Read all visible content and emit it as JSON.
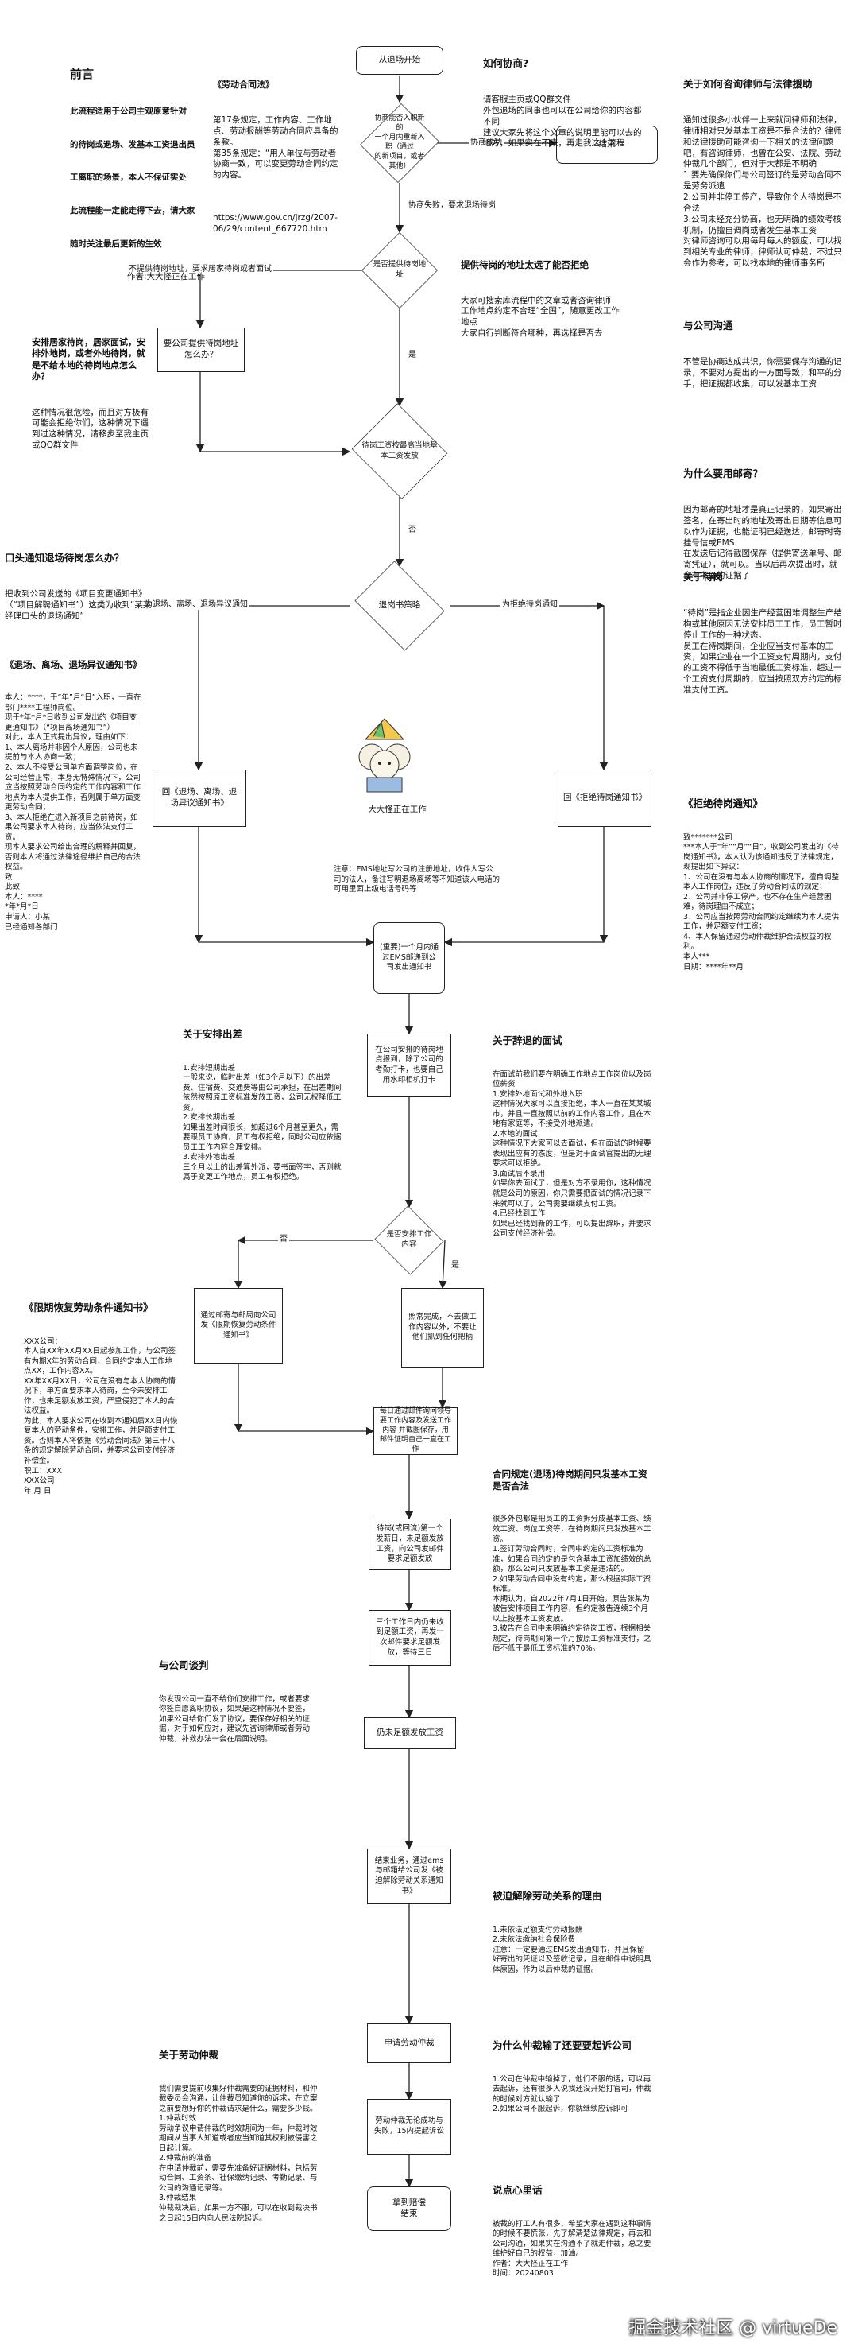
{
  "preface": {
    "title": "前言",
    "lines": [
      "此流程适用于公司主观原意针对",
      "的待岗或退场、发基本工资退出员",
      "工离职的场景，本人不保证实处",
      "此流程能一定能走得下去，请大家",
      "随时关注最后更新的生效"
    ],
    "author": "作者:大大怪正在工作"
  },
  "labor_law": {
    "title": "《劳动合同法》",
    "text": "第17条规定，工作内容、工作地点、劳动报酬等劳动合同应具备的条款。\n第35条规定：“用人单位与劳动者协商一致，可以变更劳动合同约定的内容。",
    "url": "https://www.gov.cn/jrzg/2007-06/29/content_667720.htm"
  },
  "how_to_negotiate": {
    "title": "如何协商?",
    "text": "请客服主页或QQ群文件\n外包退场的同事也可以在公司给你的内容都不同\n建议大家先将这个文章的说明里能可以去的地方，如果实在不来，再走我这个流程"
  },
  "lawyer": {
    "title": "关于如何咨询律师与法律援助",
    "text": "通知过很多小伙伴一上来就问律师和法律，律师相对只发基本工资是不是合法的？律师和法律援助可能咨询一下相关的法律问题吧，有咨询律师，也曾在公安、法院、劳动仲裁几个部门，但对于大都是不明确\n1.要先确保你们与公司签订的是劳动合同不是劳务派遣\n2.公司并非停工停产，导致你个人待岗是不合法\n3.公司未经充分协商，也无明确的绩效考核机制，仍擅自调岗或者发生基本工资\n对律师咨询可以用每月每人的额度，可以找到相关专业的律师，律师认可仲裁，不过只会作为参考，可以找本地的律师事务所"
  },
  "negotiation_result": {
    "title": "与公司沟通",
    "text": "不管是协商达成共识，你需要保存沟通的记录，不要对方提出的一方面导致，和平的分手，把证据都收集，可以发基本工资"
  },
  "stop_or_not": {
    "title": "提供待岗的地址太远了能否拒绝",
    "text": "大家可搜索库流程中的文章或者咨询律师\n工作地点约定不合理“全国”，随意更改工作地点\n大家自行判断符合哪种，再选择是否去"
  },
  "home_work": {
    "title": "安排居家待岗，居家面试，安排外地岗，或者外地待岗，就是不给本地的待岗地点怎么办？",
    "text": "这种情况很危险，而且对方极有可能会拒绝你们，这种情况下遇到过这种情况，请移步至我主页或QQ群文件"
  },
  "why_no_salary": {
    "title": "为什么要用邮寄？",
    "text": "因为邮寄的地址才是真正记录的，如果寄出签名，在寄出时的地址及寄出日期等信息可以作为证据，也能证明已经送达，邮寄时寄挂号信或EMS\n在发送后记得截图保存（提供寄送单号、邮寄凭证），就可以。当以后再次提出时，就会有书面的证据了"
  },
  "about_pay": {
    "title": "关于待岗",
    "text": "“待岗”是指企业因生产经营困难调整生产结构或其他原因无法安排员工工作，员工暂时停止工作的一种状态。\n员工在待岗期间，企业应当支付基本的工资，如果企业在一个工资支付周期内，支付的工资不得低于当地最低工资标准，超过一个工资支付周期的，应当按照双方约定的标准支付工资。"
  },
  "verbal_leave": {
    "title": "口头通知退场待岗怎么办？",
    "text": "把收到公司发送的《项目变更通知书》（“项目解聘通知书”）这类为收到“某某经理口头的退场通知”"
  },
  "leave_notice": {
    "title": "《退场、离场、退场异议通知书》",
    "text": "本人：****，于“年”月“日”入职，一直在部门****工程师岗位。\n现于*年*月*日收到公司发出的《项目变更通知书》（“项目离场通知书”）\n对此，本人正式提出异议，理由如下：\n1、本人离场并非因个人原因，公司也未提前与本人协商一致；\n2、本人不接受公司单方面调整岗位，在公司经营正常，本身无特殊情况下，公司应当按照劳动合同约定的工作内容和工作地点为本人提供工作，否则属于单方面变更劳动合同；\n3、本人拒绝在进入新项目之前待岗，如果公司要求本人待岗，应当依法支付工资。\n现本人要求公司给出合理的解释并回复，否则本人将通过法律途径维护自己的合法权益。\n致\n此致\n本人：****\n*年*月*日\n申请人：小某\n已经通知各部门"
  },
  "reject_notice": {
    "title": "《拒绝待岗通知》",
    "text": "致*******公司\n***本人于“年”“月”“日”，收到公司发出的《待岗通知书》，本人认为该通知违反了法律规定，现提出如下异议：\n1、公司在没有与本人协商的情况下，擅自调整本人工作岗位，违反了劳动合同法的规定；\n2、公司并非停工停产，也不存在生产经营困难，待岗理由不成立；\n3、公司应当按照劳动合同约定继续为本人提供工作，并足额支付工资；\n4、本人保留通过劳动仲裁维护合法权益的权利。\n本人***\n日期：****年**月"
  },
  "arrange_check": {
    "title": "关于安排出差",
    "text": "1.安排短期出差\n一般来说，临时出差（如3个月以下）的出差费、住宿费、交通费等由公司承担，在出差期间依然按照原工资标准发放工资，公司无权降低工资。\n2.安排长期出差\n如果出差时间很长，如超过6个月甚至更久，需要跟员工协商，员工有权拒绝，同时公司应依据员工工作内容合理安排。\n3.安排外地出差\n三个月以上的出差算外派，要书面签字，否则就属于变更工作地点，员工有权拒绝。"
  },
  "about_resign": {
    "title": "关于辞退的面试",
    "text": "在面试前我们要在明确工作地点工作岗位以及岗位薪资\n1.安排外地面试和外地入职\n这种情况大家可以直接拒绝，本人一直在某某城市，并且一直按照以前的工作内容工作，且在本地有家庭等，不接受外地派遣。\n2.本地的面试\n这种情况下大家可以去面试，但在面试的时候要表现出应有的态度，但是对于面试官提出的无理要求可以拒绝。\n3.面试后不录用\n如果你去面试了，但是对方不录用你，这种情况就是公司的原因，你只需要把面试的情况记录下来就可以了，公司需要继续支付工资。\n4.已经找到工作\n如果已经找到新的工作，可以提出辞职，并要求公司支付经济补偿。"
  },
  "salary_check": {
    "title": "合同规定(退场)待岗期间只发基本工资是否合法",
    "text": "很多外包都是把员工的工资拆分成基本工资、绩效工资、岗位工资等，在待岗期间只发放基本工资。\n1.签订劳动合同时，合同中约定的工资标准为准，如果合同约定的是包含基本工资加绩效的总额，那么公司只发放基本工资是违法的。\n2.如果劳动合同中没有约定，那么根据实际工资标准。\n本期认为，自2022年7月1日开始，原告张某为被告安排项目工作内容，但约定被告连续3个月以上按基本工资发放。\n3.被告在合同中未明确约定待岗工资，根据相关规定，待岗期间第一个月按原工资标准支付，之后不低于最低工资标准的70%。"
  },
  "company_evidence": {
    "title": "与公司谈判",
    "text": "你发现公司一直不给你们安排工作，或者要求你签自愿离职协议，如果是这种情况不要签，\n如果公司给你们发了协议，要保存好相关的证据，对于如何应对，建议先咨询律师或者劳动仲裁，补救办法一会在后面说明。"
  },
  "after_leave_notice": {
    "title": "被迫解除劳动关系的理由",
    "text": "1.未依法足额支付劳动报酬\n2.未依法缴纳社会保险费\n注意：一定要通过EMS发出通知书，并且保留好寄出的凭证以及签收记录，且在邮件中说明具体原因，作为以后仲裁的证据。"
  },
  "fire_deal": {
    "title": "为什么仲裁输了还要要起诉公司",
    "text": "1.公司在仲裁中输掉了，他们不服的话，可以再去起诉，还有很多人说我还没开始打官司，仲裁的时候对方就认输了\n2.如果公司不服起诉，你就继续应诉即可"
  },
  "about_arbitration": {
    "title": "关于劳动仲裁",
    "text": "我们需要提前收集好仲裁需要的证据材料，和仲裁委员会沟通，让仲裁员知道你的诉求，在立案之前要想好你的仲裁请求是什么，需要多少钱。\n1.仲裁时效\n劳动争议申请仲裁的时效期间为一年，仲裁时效期间从当事人知道或者应当知道其权利被侵害之日起计算。\n2.仲裁前的准备\n在申请仲裁前，需要先准备好证据材料，包括劳动合同、工资条、社保缴纳记录、考勤记录、与公司的沟通记录等。\n3.仲裁结果\n仲裁裁决后，如果一方不服，可以在收到裁决书之日起15日内向人民法院起诉。"
  },
  "closing": {
    "title": "说点心里话",
    "text": "被裁的打工人有很多，希望大家在遇到这种事情的时候不要慌张，先了解清楚法律规定，再去和公司沟通，如果实在沟通不了就走仲裁，总之要维护好自己的权益，加油。\n作者：大大怪正在工作\n时间：20240803"
  },
  "mascot_caption": "大大怪正在工作",
  "flow": {
    "start": "从退场开始",
    "d1": "协商能否入职新的\n一个月内重新入职（通过\n的新项目，或者\n其他）",
    "d1_yes": "协商成功",
    "end_top": "结束",
    "d1_no": "协商失败，要求退场待岗",
    "d2": "是否提供待岗地址",
    "d2_no": "不提供待岗地址，要求居家待岗或者面试",
    "n_ask_addr": "要公司提供待岗地址怎么办？",
    "d2_yes": "是",
    "d3": "待岗工资按最高当地基本工资发放",
    "d3_no": "否",
    "d4": "退岗书策略",
    "d4_left": "为退场、离场、退场异议通知",
    "d4_right": "为拒绝待岗通知",
    "n_left_notice": "回《退场、离场、退场异议通知书》",
    "n_right_notice": "回《拒绝待岗通知书》",
    "n_ems_note": "注意：EMS地址写公司的注册地址，收件人写公司的法人，备注写明退场离场等不知道该人电话的可用里面上级电话号码等",
    "n_send": "(重要)一个月内通过EMS邮递到公司发出通知书",
    "n_pay_leave": "在公司安排的待岗地点报到，除了公司的考勤打卡，也要自己用水印相机打卡",
    "d5": "是否安排工作内容",
    "d5_no": "否",
    "d5_yes": "是",
    "n_send_recover": "通过邮寄与邮局向公司发《限期恢复劳动条件通知书》",
    "n_collect": "照常完成，不去做工作内容以外，不要让他们抓到任何把柄",
    "n_daily_check": "每日通过邮件询问领导要工作内容及发送工作内容\n并截图保存，用邮件证明自己一直在工作",
    "n_wait_salary": "待岗(或回流)第一个发薪日，未足额发放工资，向公司发邮件要求足额发放",
    "n_salary_15": "三个工作日内仍未收到足额工资，再发一次邮件要求足额发放，等待三日",
    "n_no_salary": "仍未足额发放工资",
    "n_ems_release": "结束业务，通过ems与邮箱给公司发《被迫解除劳动关系通知书》",
    "n_arbitration": "申请劳动仲裁",
    "n_no_answer": "劳动仲裁无论成功与失败，15内提起诉讼",
    "end_bottom": "拿到赔偿\n结束"
  },
  "recover_notice": {
    "title": "《限期恢复劳动条件通知书》",
    "text": "XXX公司：\n本人自XX年XX月XX日起参加工作，与公司签有为期X年的劳动合同，合同约定本人工作地点XX，工作内容XX。\nXX年XX月XX日，公司在没有与本人协商的情况下，单方面要求本人待岗，至今未安排工作，也未足额发放工资，严重侵犯了本人的合法权益。\n为此，本人要求公司在收到本通知后XX日内恢复本人的劳动条件，安排工作，并足额支付工资。否则本人将依据《劳动合同法》第三十八条的规定解除劳动合同，并要求公司支付经济补偿金。\n职工：XXX\nXXX公司\n年 月 日"
  },
  "footer": "掘金技术社区 @ virtueDe"
}
